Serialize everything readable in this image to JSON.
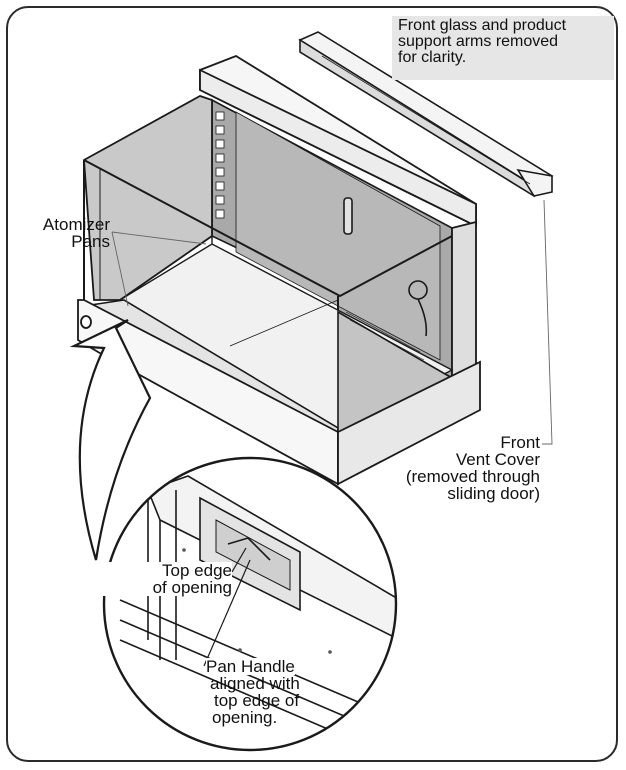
{
  "note": {
    "line1": "Front glass and product",
    "line2": "support arms removed",
    "line3": "for clarity."
  },
  "labels": {
    "atomizer_line1": "Atomizer",
    "atomizer_line2": "Pans",
    "vent_line1": "Front",
    "vent_line2": "Vent Cover",
    "vent_line3": "(removed through",
    "vent_line4": "sliding door)",
    "top_edge_line1": "Top edge",
    "top_edge_line2": "of opening",
    "pan_handle_line1": "Pan Handle",
    "pan_handle_line2": "aligned with",
    "pan_handle_line3": "top edge of",
    "pan_handle_line4": "opening."
  },
  "colors": {
    "stroke": "#1a1a1a",
    "glass_shade": "#a9a9a9",
    "side_shade": "#cfcfcf",
    "light_panel": "#efefef",
    "note_bg": "#e6e6e6"
  }
}
